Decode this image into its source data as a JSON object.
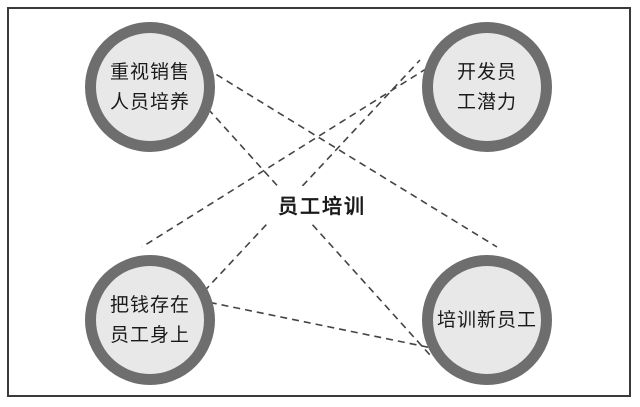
{
  "diagram": {
    "center_label": "员工培训",
    "nodes": {
      "top_left": "重视销售\n人员培养",
      "top_right": "开发员\n工潜力",
      "bottom_left": "把钱存在\n员工身上",
      "bottom_right": "培训新员工"
    },
    "colors": {
      "ring": "#6e6e6e",
      "fill": "#e8e8e8",
      "border": "#3a3a3a",
      "connector": "#444444"
    }
  }
}
